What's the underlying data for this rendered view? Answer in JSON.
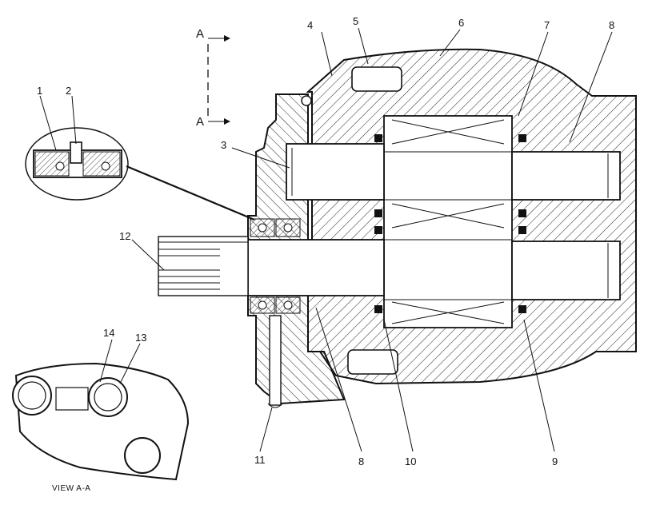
{
  "callouts": {
    "c1": "1",
    "c2": "2",
    "c3": "3",
    "c4": "4",
    "c5": "5",
    "c6": "6",
    "c7": "7",
    "c8a": "8",
    "c8b": "8",
    "c9": "9",
    "c10": "10",
    "c11": "11",
    "c12": "12",
    "c13": "13",
    "c14": "14"
  },
  "section": {
    "top": "A",
    "bottom": "A"
  },
  "view_caption": "VIEW  A-A"
}
